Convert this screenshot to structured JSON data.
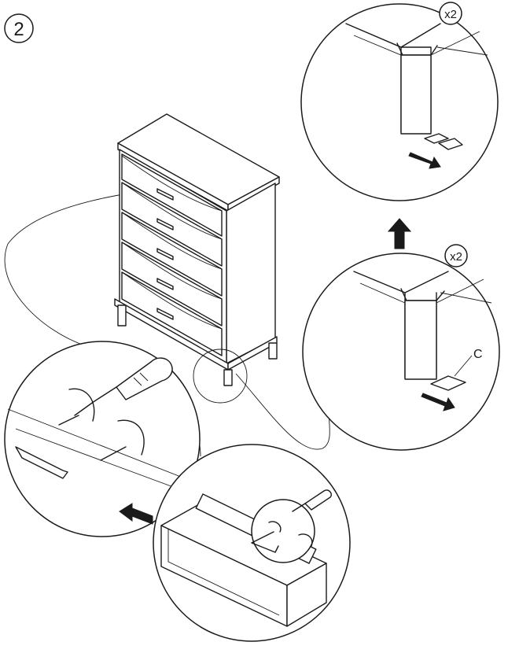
{
  "step": {
    "number": "2"
  },
  "callouts": {
    "top_right_qty": "x2",
    "mid_right_qty": "x2",
    "part_label": "C"
  },
  "icons": [
    "arrow-up-icon",
    "arrow-left-icon",
    "screwdriver-icon",
    "screw-icon",
    "rotate-arrow-icon",
    "drawer-handle-icon"
  ],
  "colors": {
    "ink": "#1a1a1a",
    "paper": "#ffffff"
  }
}
